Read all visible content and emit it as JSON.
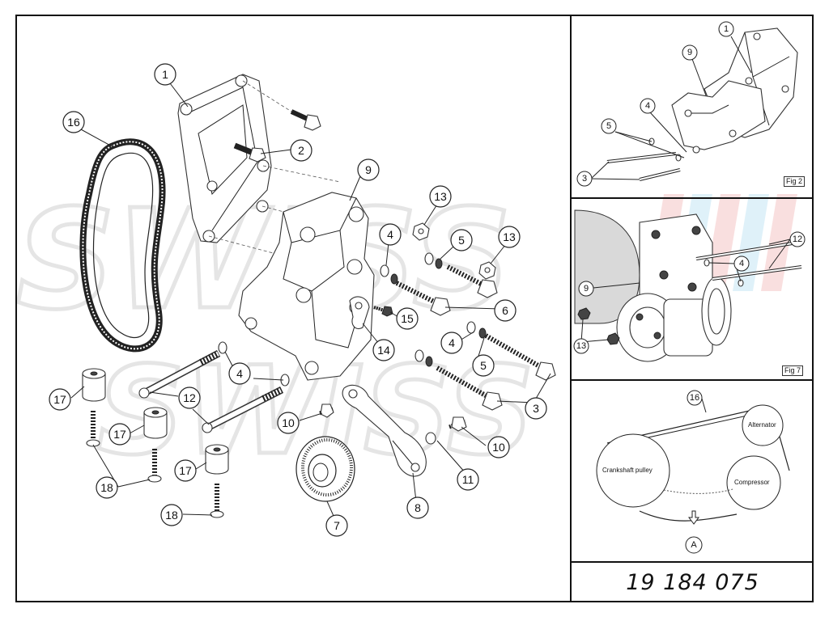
{
  "main_view": {
    "callouts": [
      "1",
      "2",
      "3",
      "4",
      "4",
      "4",
      "5",
      "5",
      "6",
      "7",
      "8",
      "9",
      "10",
      "10",
      "11",
      "12",
      "13",
      "13",
      "14",
      "15",
      "16",
      "17",
      "17",
      "17",
      "18",
      "18"
    ]
  },
  "fig2": {
    "tag": "Fig 2",
    "callouts": [
      "1",
      "9",
      "4",
      "5",
      "3"
    ]
  },
  "fig7": {
    "tag": "Fig 7",
    "callouts": [
      "12",
      "4",
      "9",
      "13"
    ]
  },
  "belt_routing": {
    "callout_belt": "16",
    "alternator_label": "Alternator",
    "crankshaft_label": "Crankshaft pulley",
    "compressor_label": "Compressor",
    "view_marker": "A"
  },
  "part_number": "19 184 075",
  "watermark": {
    "text": "SWISS",
    "colors": [
      "#f3b8b8",
      "#b8dff3"
    ]
  }
}
